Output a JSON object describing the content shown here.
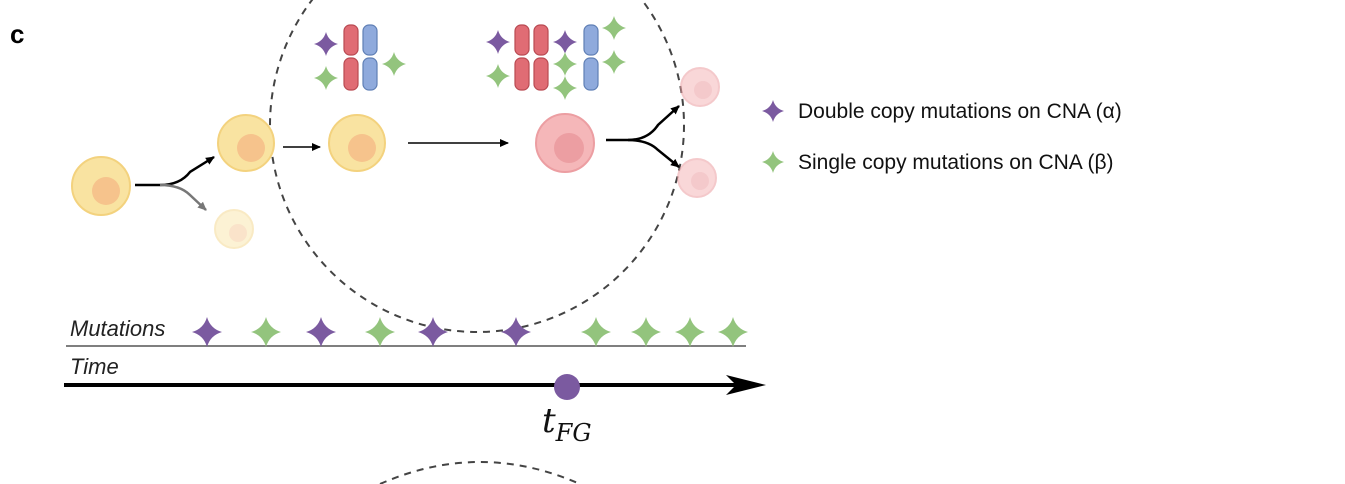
{
  "panel_label": "c",
  "colors": {
    "double_copy": "#7b5aa0",
    "single_copy": "#93c47d",
    "normal_cell": "#f9e3a1",
    "normal_nucleus": "#f6c38c",
    "tumour_cell": "#f5b7b9",
    "tumour_nucleus": "#ec9ea2",
    "chromosome_red": "#e06c74",
    "chromosome_blue": "#8faadc"
  },
  "timeline": {
    "mutations_label": "Mutations",
    "time_label": "Time",
    "event_label_main": "t",
    "event_label_sub": "FG",
    "mutation_sequence": [
      "double",
      "single",
      "double",
      "single",
      "double",
      "double",
      "single",
      "single",
      "single",
      "single"
    ]
  },
  "legend": {
    "items": [
      {
        "type": "double",
        "text": "Double copy mutations on CNA (α)"
      },
      {
        "type": "single",
        "text": "Single copy mutations on CNA (β)"
      }
    ]
  }
}
